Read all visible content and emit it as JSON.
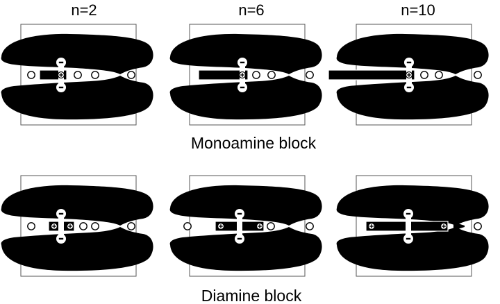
{
  "figure": {
    "colors": {
      "channel_wall": "#000000",
      "background": "#ffffff",
      "frame": "#555555"
    },
    "columns": [
      {
        "label": "n=2",
        "chain_length": 2
      },
      {
        "label": "n=6",
        "chain_length": 6
      },
      {
        "label": "n=10",
        "chain_length": 10
      }
    ],
    "rows": [
      {
        "label": "Monoamine block",
        "blocker_type": "monoamine",
        "panels": [
          {
            "n": 2,
            "blocker": {
              "charges": [
                "+"
              ]
            },
            "ions_left": 1,
            "ions_right_inner": 2,
            "ions_outer": 1,
            "pinch_blocked": false
          },
          {
            "n": 6,
            "blocker": {
              "charges": [
                "+"
              ]
            },
            "ions_left": 0,
            "ions_right_inner": 2,
            "ions_outer": 1,
            "pinch_blocked": false
          },
          {
            "n": 10,
            "blocker": {
              "charges": [
                "+"
              ]
            },
            "ions_left": 0,
            "ions_right_inner": 2,
            "ions_outer": 1,
            "pinch_blocked": false
          }
        ]
      },
      {
        "label": "Diamine block",
        "blocker_type": "diamine",
        "panels": [
          {
            "n": 2,
            "blocker": {
              "charges": [
                "+",
                "+"
              ]
            },
            "ions_left": 1,
            "ions_right_inner": 2,
            "ions_outer": 1,
            "pinch_blocked": false
          },
          {
            "n": 6,
            "blocker": {
              "charges": [
                "+",
                "+"
              ]
            },
            "ions_left": 1,
            "ions_right_inner": 1,
            "ions_outer": 1,
            "pinch_blocked": false
          },
          {
            "n": 10,
            "blocker": {
              "charges": [
                "+",
                "+"
              ]
            },
            "ions_left": 0,
            "ions_right_inner": 0,
            "ions_outer": 1,
            "pinch_blocked": true
          }
        ]
      }
    ],
    "site_charge": "−",
    "ion_symbol": "○"
  }
}
